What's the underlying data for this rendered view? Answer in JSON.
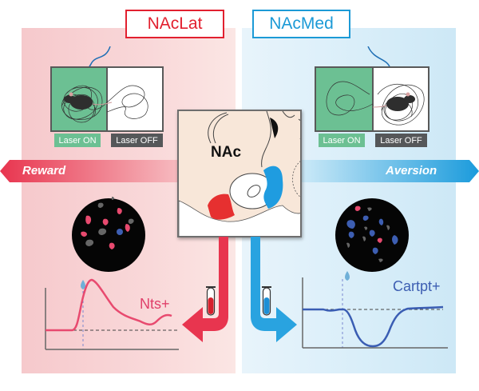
{
  "regions": {
    "left": {
      "title": "NAcLat",
      "valence": "Reward",
      "marker": "Nts+",
      "color": "#e2202f"
    },
    "right": {
      "title": "NAcMed",
      "valence": "Aversion",
      "marker": "Cartpt+",
      "color": "#1c9ad6"
    }
  },
  "center": {
    "label": "NAc"
  },
  "place_test": {
    "laser_on_label": "Laser ON",
    "laser_off_label": "Laser OFF"
  },
  "traces": {
    "left_response": "increase",
    "right_response": "decrease"
  },
  "colors": {
    "reward_red": "#e8354f",
    "aversion_blue": "#29a3e0",
    "nts_trace": "#e84a6f",
    "cartpt_trace": "#3a5db3",
    "laser_on_green": "#6cc093",
    "laser_off_gray": "#555759"
  }
}
